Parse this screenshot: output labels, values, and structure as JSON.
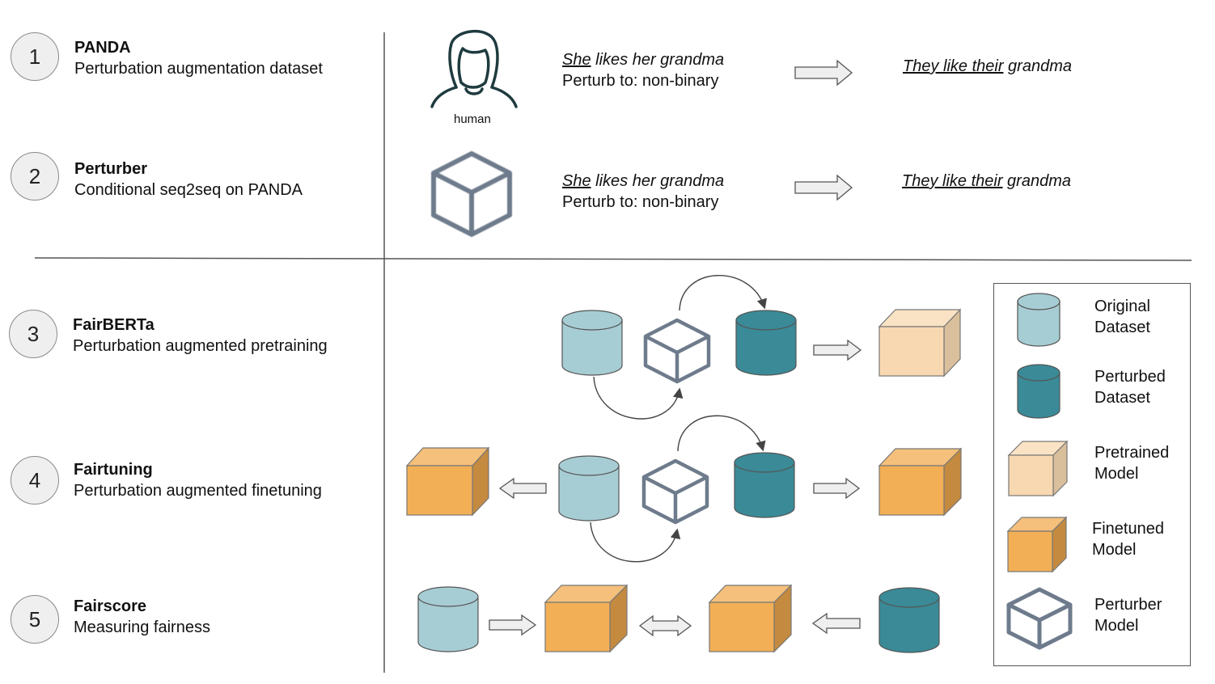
{
  "steps": [
    {
      "number": "1",
      "title": "PANDA",
      "subtitle": "Perturbation augmentation dataset"
    },
    {
      "number": "2",
      "title": "Perturber",
      "subtitle": "Conditional seq2seq on PANDA"
    },
    {
      "number": "3",
      "title": "FairBERTa",
      "subtitle": "Perturbation augmented pretraining"
    },
    {
      "number": "4",
      "title": "Fairtuning",
      "subtitle": "Perturbation augmented finetuning"
    },
    {
      "number": "5",
      "title": "Fairscore",
      "subtitle": "Measuring fairness"
    }
  ],
  "examples": {
    "human_caption": "human",
    "row1": {
      "input_subject": "She",
      "input_rest": " likes her grandma",
      "instruction": "Perturb to: non-binary",
      "output_underlined": "They like their",
      "output_rest": " grandma"
    },
    "row2": {
      "input_subject": "She",
      "input_rest": " likes her grandma",
      "instruction": "Perturb to: non-binary",
      "output_underlined": "They like their",
      "output_rest": " grandma"
    }
  },
  "legend": {
    "items": [
      {
        "line1": "Original",
        "line2": "Dataset",
        "icon": "original-dataset-cylinder-icon"
      },
      {
        "line1": "Perturbed",
        "line2": "Dataset",
        "icon": "perturbed-dataset-cylinder-icon"
      },
      {
        "line1": "Pretrained",
        "line2": "Model",
        "icon": "pretrained-model-cube-icon"
      },
      {
        "line1": "Finetuned",
        "line2": "Model",
        "icon": "finetuned-model-cube-icon"
      },
      {
        "line1": "Perturber",
        "line2": "Model",
        "icon": "perturber-model-cube-icon"
      }
    ]
  },
  "colors": {
    "original_dataset": "#a7cdd4",
    "perturbed_dataset": "#3a8a97",
    "pretrained_model": "#f8d8b0",
    "finetuned_model": "#f2af55",
    "perturber_outline": "#6e7b8c",
    "arrow_fill": "#efefef"
  }
}
